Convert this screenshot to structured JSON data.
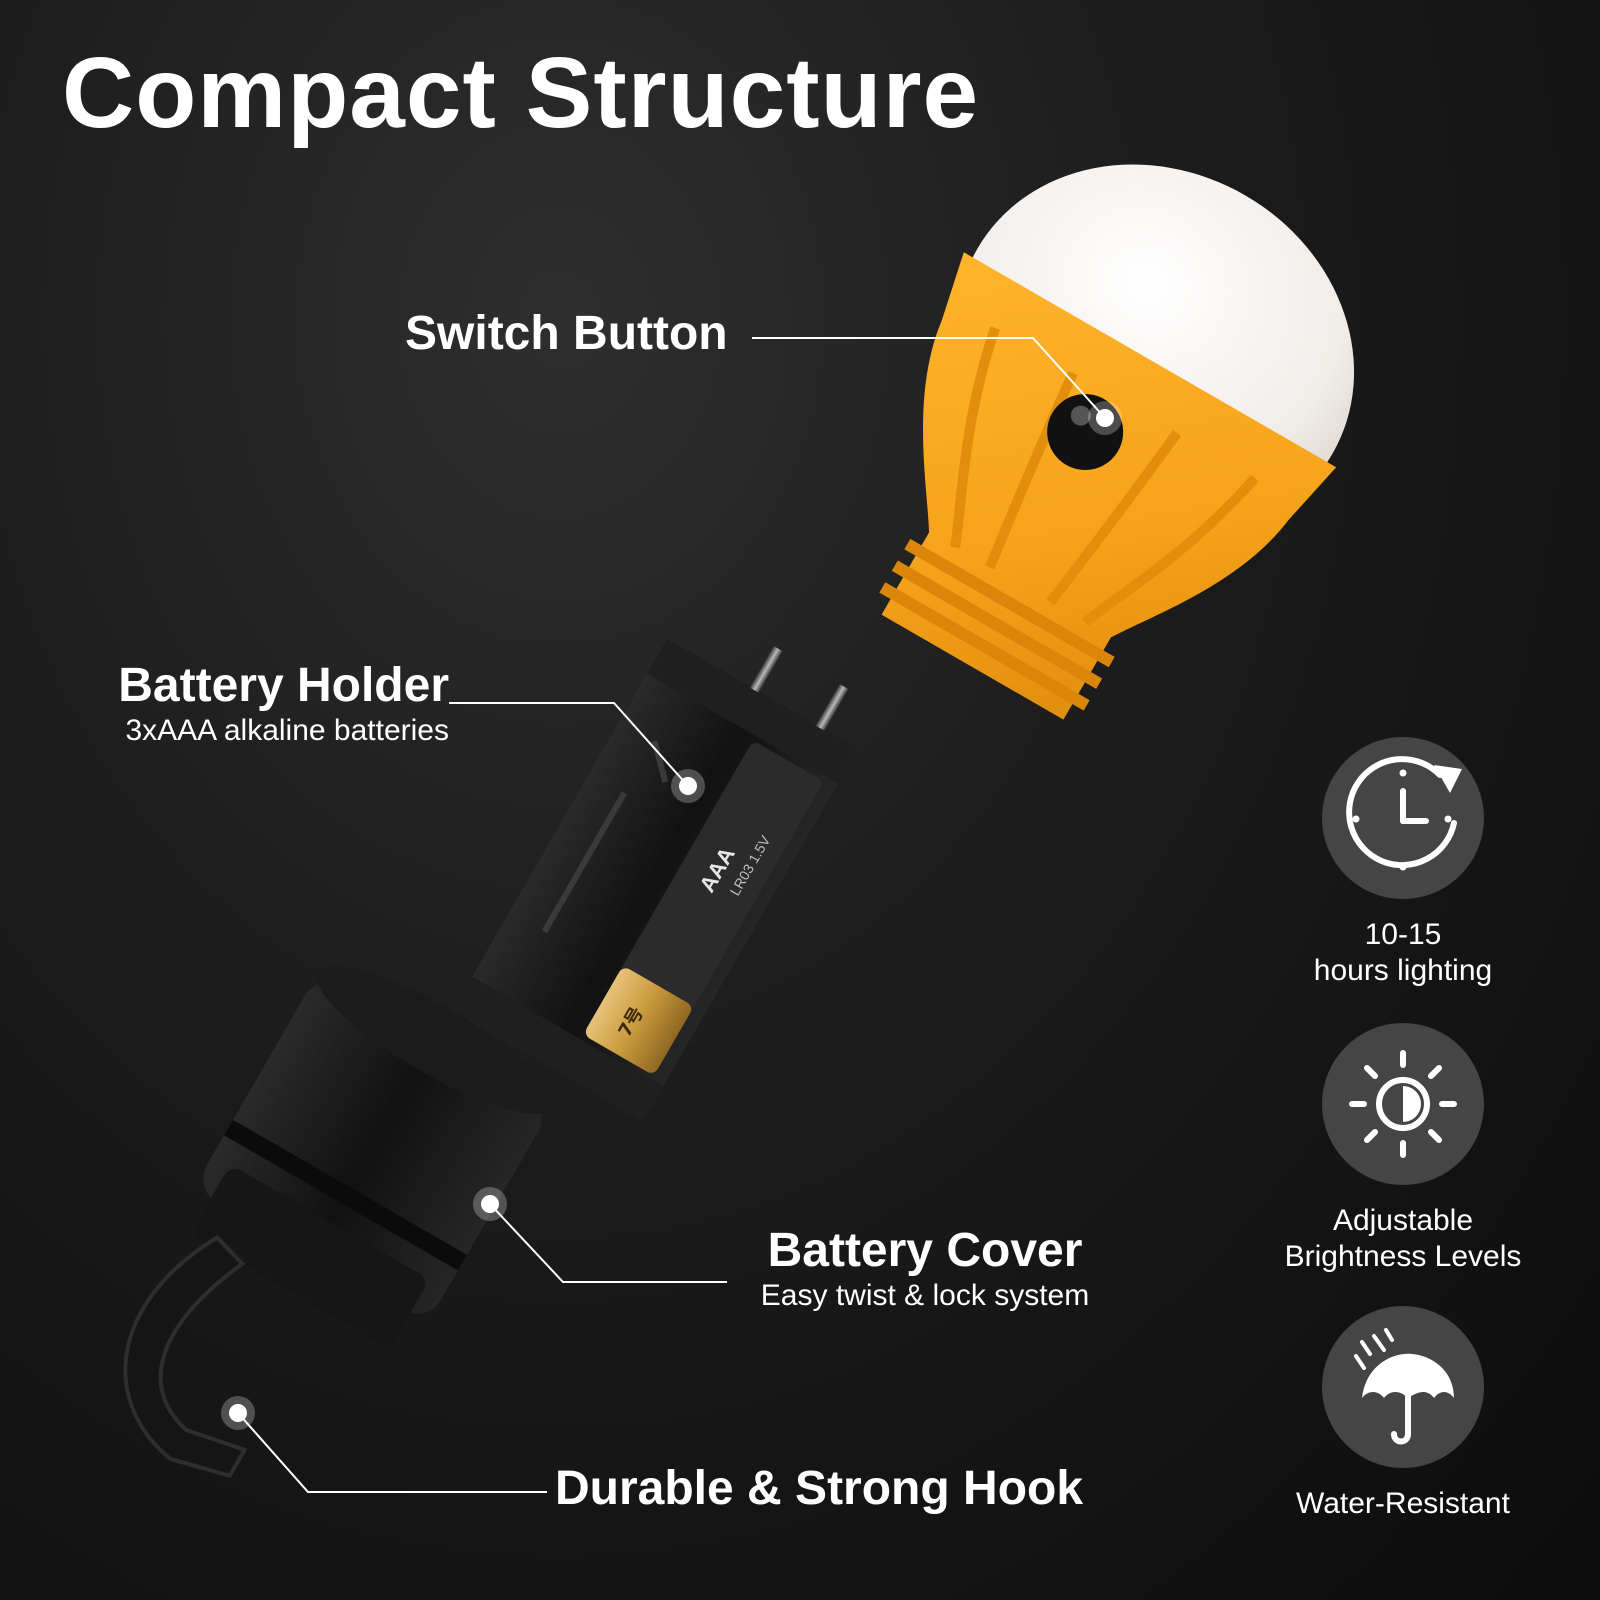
{
  "title": "Compact Structure",
  "callouts": {
    "switch_button": {
      "name": "Switch Button"
    },
    "battery_holder": {
      "name": "Battery Holder",
      "sub": "3xAAA alkaline batteries"
    },
    "battery_cover": {
      "name": "Battery Cover",
      "sub": "Easy twist & lock system"
    },
    "hook": {
      "name": "Durable & Strong Hook"
    }
  },
  "features": [
    {
      "icon": "clock-icon",
      "lines": [
        "10-15",
        "hours lighting"
      ]
    },
    {
      "icon": "brightness-icon",
      "lines": [
        "Adjustable",
        "Brightness Levels"
      ]
    },
    {
      "icon": "umbrella-rain-icon",
      "lines": [
        "Water-Resistant"
      ]
    }
  ],
  "battery_print": {
    "size": "AAA",
    "spec": "LR03 1.5V",
    "number": "7号"
  },
  "colors": {
    "bulb_orange": "#f5a31a",
    "bulb_globe": "#f4f1ee",
    "icon_circle": "#454545",
    "battery_gold": "#c99a3c"
  }
}
